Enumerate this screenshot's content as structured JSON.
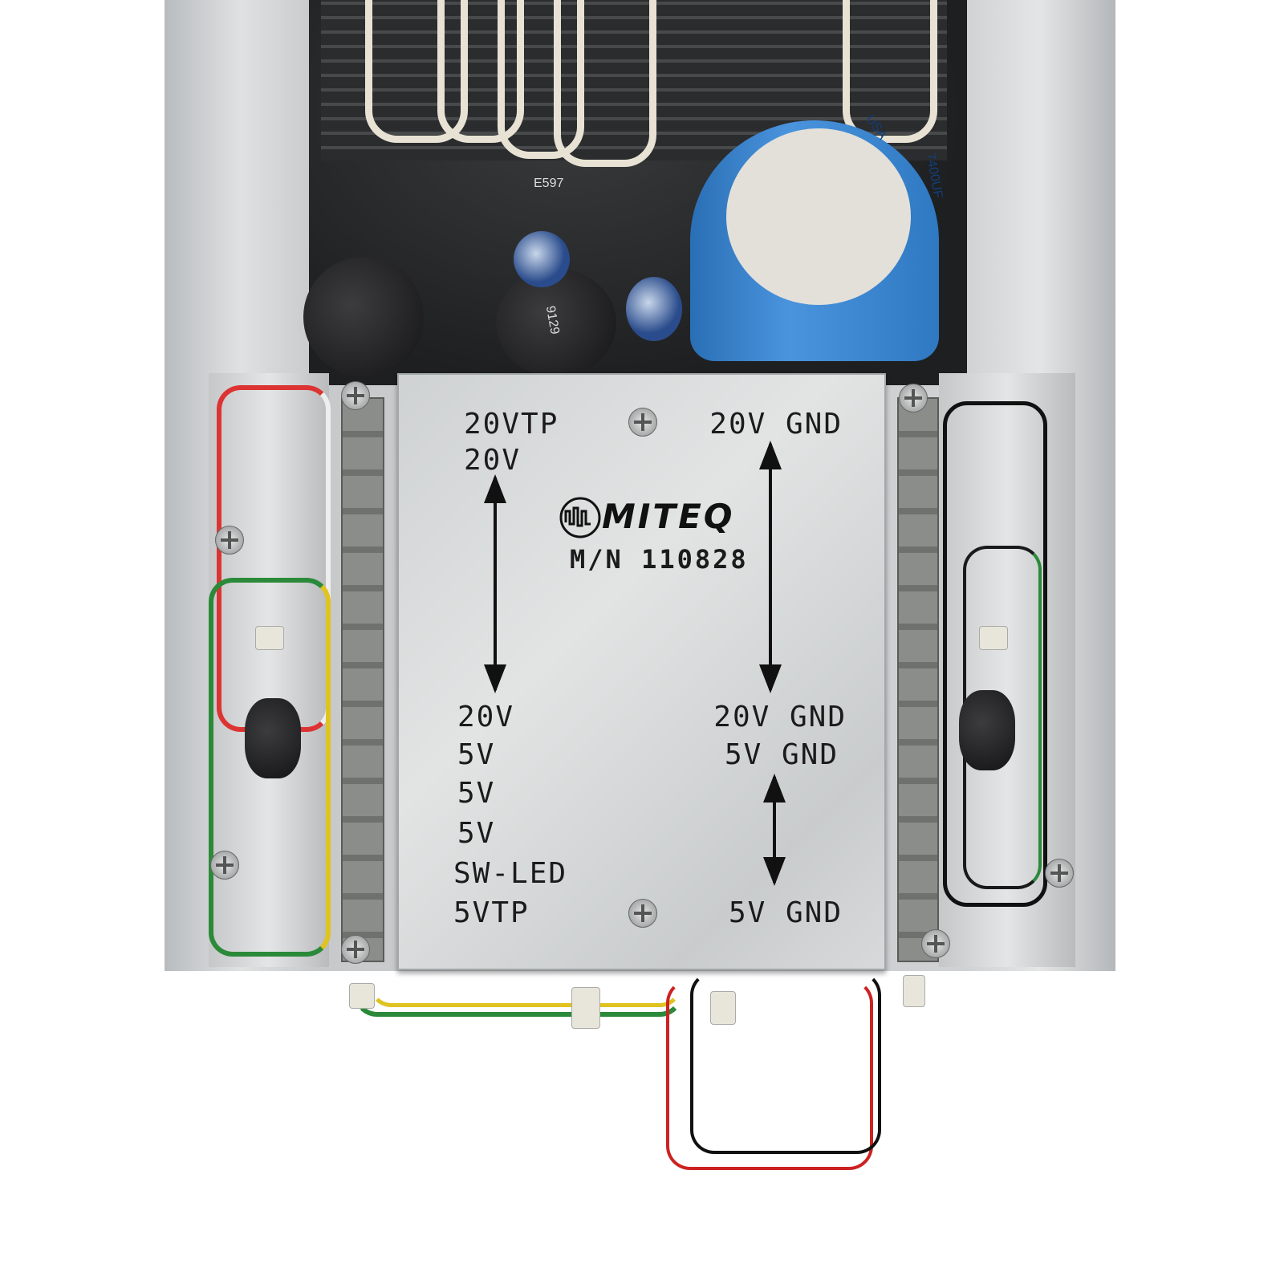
{
  "cover": {
    "brand": "MITEQ",
    "model": "M/N 110828",
    "left_labels": [
      "20VTP",
      "20V",
      "20V",
      "5V",
      "5V",
      "5V",
      "SW-LED",
      "5VTP"
    ],
    "right_labels": [
      "20V GND",
      "20V GND",
      "5V GND",
      "5V GND"
    ]
  },
  "board": {
    "capacitor_rating": "7400UF",
    "capacitor_origin": "USA",
    "part_ref": "E597",
    "cap_code": "9129"
  },
  "colors": {
    "capacitor": "#3a86d2",
    "cover": "#d8dadb",
    "pcb": "#26272a"
  }
}
